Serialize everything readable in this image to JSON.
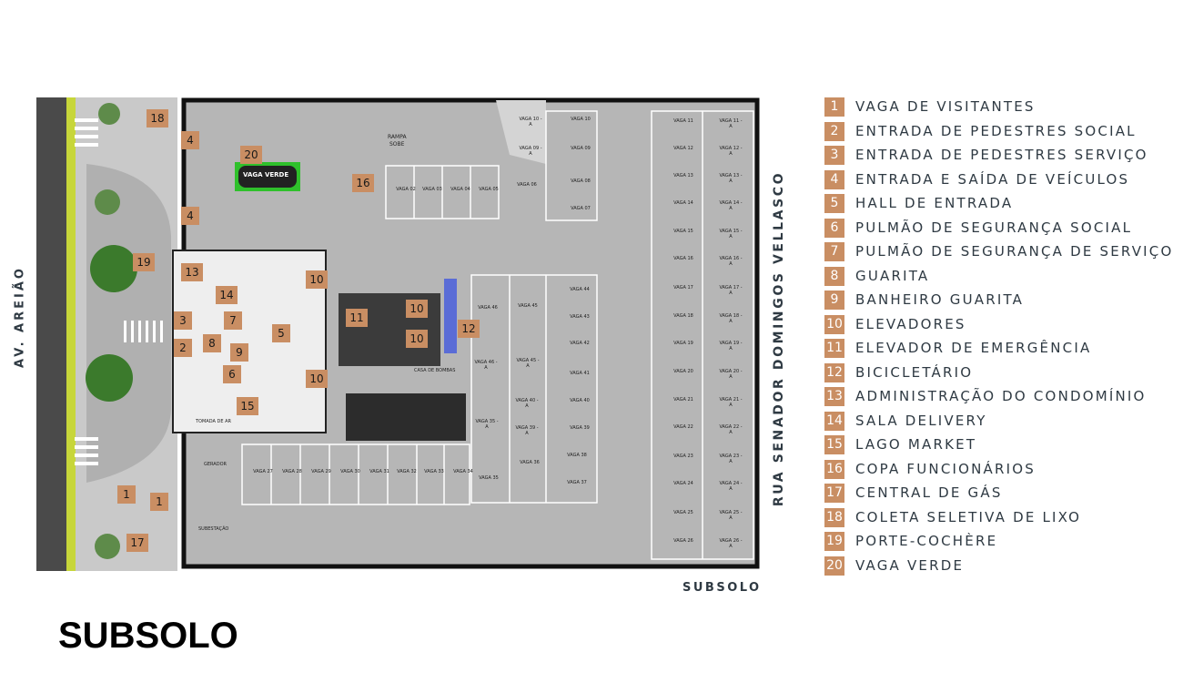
{
  "title": "SUBSOLO",
  "plan_caption": "SUBSOLO",
  "streets": {
    "left": "AV. AREIÃO",
    "right": "RUA SENADOR DOMINGOS VELLASCO"
  },
  "colors": {
    "badge": "#c98e63",
    "legend_text": "#2f3a43",
    "green_spot": "#2fc02b",
    "bike_rack": "#5a6cd6",
    "floor": "#b9b9b9",
    "wall": "#1a1a1a"
  },
  "plan_labels": {
    "ramp": "RAMPA",
    "ramp_sub": "SOBE",
    "gas_room": "CASA DE BOMBAS",
    "ac": "TOMADA DE AR",
    "generator": "GERADOR",
    "substation": "SUBESTAÇÃO",
    "green_spot_label": "VAGA VERDE"
  },
  "legend": [
    {
      "num": "1",
      "label": "VAGA DE VISITANTES"
    },
    {
      "num": "2",
      "label": "ENTRADA DE PEDESTRES SOCIAL"
    },
    {
      "num": "3",
      "label": "ENTRADA DE PEDESTRES SERVIÇO"
    },
    {
      "num": "4",
      "label": "ENTRADA E SAÍDA DE VEÍCULOS"
    },
    {
      "num": "5",
      "label": "HALL DE ENTRADA"
    },
    {
      "num": "6",
      "label": "PULMÃO DE SEGURANÇA SOCIAL"
    },
    {
      "num": "7",
      "label": "PULMÃO DE SEGURANÇA DE SERVIÇO"
    },
    {
      "num": "8",
      "label": "GUARITA"
    },
    {
      "num": "9",
      "label": "BANHEIRO GUARITA"
    },
    {
      "num": "10",
      "label": "ELEVADORES"
    },
    {
      "num": "11",
      "label": "ELEVADOR DE EMERGÊNCIA"
    },
    {
      "num": "12",
      "label": "BICICLETÁRIO"
    },
    {
      "num": "13",
      "label": "ADMINISTRAÇÃO DO CONDOMÍNIO"
    },
    {
      "num": "14",
      "label": "SALA DELIVERY"
    },
    {
      "num": "15",
      "label": "LAGO MARKET"
    },
    {
      "num": "16",
      "label": "COPA FUNCIONÁRIOS"
    },
    {
      "num": "17",
      "label": "CENTRAL DE GÁS"
    },
    {
      "num": "18",
      "label": "COLETA SELETIVA DE LIXO"
    },
    {
      "num": "19",
      "label": "PORTE-COCHÈRE"
    },
    {
      "num": "20",
      "label": "VAGA VERDE"
    }
  ],
  "markers": [
    "1",
    "1",
    "2",
    "3",
    "4",
    "4",
    "5",
    "6",
    "7",
    "8",
    "9",
    "10",
    "10",
    "10",
    "10",
    "11",
    "12",
    "13",
    "14",
    "15",
    "16",
    "17",
    "18",
    "19",
    "20"
  ],
  "parking_spots": [
    "VAGA 02",
    "VAGA 03",
    "VAGA 04",
    "VAGA 05",
    "VAGA 06",
    "VAGA 07",
    "VAGA 08",
    "VAGA 09",
    "VAGA 09 - A",
    "VAGA 10",
    "VAGA 10 - A",
    "VAGA 11",
    "VAGA 11 - A",
    "VAGA 12",
    "VAGA 12 - A",
    "VAGA 13",
    "VAGA 13 - A",
    "VAGA 14",
    "VAGA 14 - A",
    "VAGA 15",
    "VAGA 15 - A",
    "VAGA 16",
    "VAGA 16 - A",
    "VAGA 17",
    "VAGA 17 - A",
    "VAGA 18",
    "VAGA 18 - A",
    "VAGA 19",
    "VAGA 19 - A",
    "VAGA 20",
    "VAGA 20 - A",
    "VAGA 21",
    "VAGA 21 - A",
    "VAGA 22",
    "VAGA 22 - A",
    "VAGA 23",
    "VAGA 23 - A",
    "VAGA 24",
    "VAGA 24 - A",
    "VAGA 25",
    "VAGA 25 - A",
    "VAGA 26",
    "VAGA 26 - A",
    "VAGA 27",
    "VAGA 28",
    "VAGA 29",
    "VAGA 30",
    "VAGA 31",
    "VAGA 32",
    "VAGA 33",
    "VAGA 34",
    "VAGA 35",
    "VAGA 35 - A",
    "VAGA 36",
    "VAGA 37",
    "VAGA 38",
    "VAGA 39",
    "VAGA 39 - A",
    "VAGA 40",
    "VAGA 40 - A",
    "VAGA 41",
    "VAGA 42",
    "VAGA 43",
    "VAGA 44",
    "VAGA 45",
    "VAGA 45 - A",
    "VAGA 46",
    "VAGA 46 - A"
  ]
}
